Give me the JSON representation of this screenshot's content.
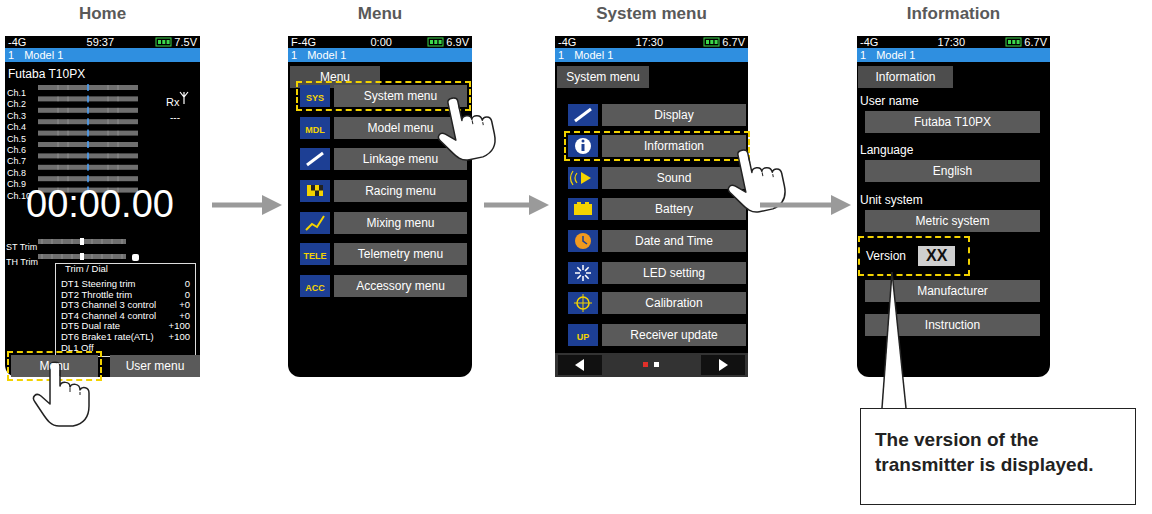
{
  "diagram": {
    "nodes": [
      {
        "text": [
          "Home"
        ]
      },
      {
        "text": [
          "-4G",
          "59:37",
          "7.5V",
          "1",
          "Model 1"
        ],
        "in": 0
      },
      {
        "text": [
          "Trim / Dial",
          "DT1 Steering trim",
          "0",
          "DT2 Throttle trim",
          "0",
          "DT3 Channel 3 control",
          "+0",
          "DT4 Channel 4 control",
          "+0",
          "DT5 Dual rate",
          "+100",
          "DT6 Brake1 rate(ATL)",
          "+100",
          "DL1 Off"
        ],
        "in": 0
      },
      {
        "text": [
          "Menu"
        ],
        "in": 0
      },
      {
        "text": [
          "User menu"
        ],
        "in": 0
      },
      {
        "text": [
          "Menu"
        ]
      },
      {
        "text": [
          "F-4G",
          "0:00",
          "6.9V",
          "1",
          "Model 1"
        ],
        "in": 5
      },
      {
        "text": [
          "Menu"
        ],
        "in": 5
      },
      {
        "text": [
          "SYS",
          "System menu"
        ],
        "in": 5
      },
      {
        "text": [
          "MDL",
          "Model menu"
        ],
        "in": 5
      },
      {
        "text": [
          "Linkage menu"
        ],
        "in": 5
      },
      {
        "text": [
          "Racing menu"
        ],
        "in": 5
      },
      {
        "text": [
          "Mixing menu"
        ],
        "in": 5
      },
      {
        "text": [
          "TELE",
          "Telemetry menu"
        ],
        "in": 5
      },
      {
        "text": [
          "ACC",
          "Accessory menu"
        ],
        "in": 5
      },
      {
        "text": [
          "System menu"
        ]
      },
      {
        "text": [
          "-4G",
          "17:30",
          "6.7V",
          "1",
          "Model 1"
        ],
        "in": 15
      },
      {
        "text": [
          "System menu"
        ],
        "in": 15
      },
      {
        "text": [
          "Display"
        ],
        "in": 15
      },
      {
        "text": [
          "Information"
        ],
        "in": 15
      },
      {
        "text": [
          "Sound"
        ],
        "in": 15
      },
      {
        "text": [
          "Battery"
        ],
        "in": 15
      },
      {
        "text": [
          "Date and Time"
        ],
        "in": 15
      },
      {
        "text": [
          "LED setting"
        ],
        "in": 15
      },
      {
        "text": [
          "Calibration"
        ],
        "in": 15
      },
      {
        "text": [
          "UP",
          "Receiver update"
        ],
        "in": 15
      },
      {
        "text": [
          "Information"
        ]
      },
      {
        "text": [
          "-4G",
          "17:30",
          "6.7V",
          "1",
          "Model 1"
        ],
        "in": 26
      },
      {
        "text": [
          "Information"
        ],
        "in": 26
      },
      {
        "text": [
          "User name",
          "Futaba T10PX"
        ],
        "in": 26
      },
      {
        "text": [
          "Language",
          "English"
        ],
        "in": 26
      },
      {
        "text": [
          "Unit system",
          "Metric system"
        ],
        "in": 26
      },
      {
        "text": [
          "Version",
          "XX"
        ],
        "in": 26
      },
      {
        "text": [
          "Manufacturer"
        ],
        "in": 26
      },
      {
        "text": [
          "Instruction"
        ],
        "in": 26
      },
      {
        "text": [
          "The version of the transmitter is displayed."
        ]
      }
    ],
    "edges": [
      {
        "from": 0,
        "to": 5,
        "arrow": "to"
      },
      {
        "from": 5,
        "to": 15,
        "arrow": "to"
      },
      {
        "from": 15,
        "to": 26,
        "arrow": "to"
      },
      {
        "from": 35,
        "to": 32,
        "arrow": "none"
      }
    ],
    "labels": [
      "Futaba T10PX",
      "Ch.1",
      "Ch.2",
      "Ch.3",
      "Ch.4",
      "Ch.5",
      "Ch.6",
      "Ch.7",
      "Ch.8",
      "Ch.9",
      "Ch.10",
      "Rx",
      "---",
      "00:00.00",
      "ST Trim",
      "TH Trim"
    ]
  }
}
